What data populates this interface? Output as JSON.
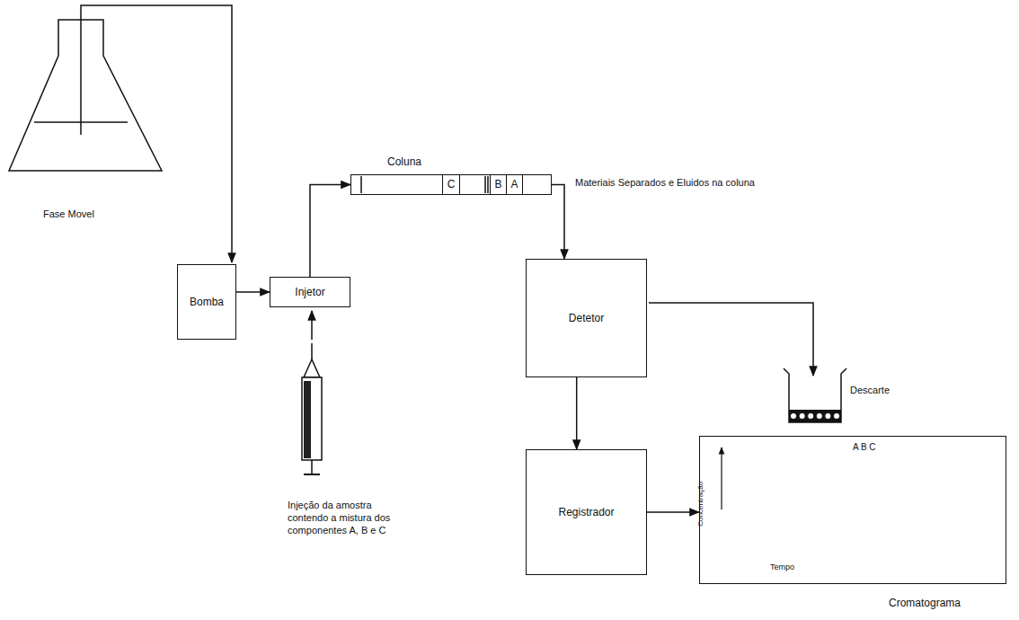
{
  "diagram": {
    "nodes": [
      {
        "text": [
          "Bomba"
        ]
      },
      {
        "text": [
          "Injetor"
        ]
      },
      {
        "text": [
          "Coluna"
        ]
      },
      {
        "text": [
          "C"
        ],
        "in": 2
      },
      {
        "text": [
          "B"
        ],
        "in": 2
      },
      {
        "text": [
          "A"
        ],
        "in": 2
      },
      {
        "text": [
          "Detetor"
        ]
      },
      {
        "text": [
          "Registrador"
        ]
      },
      {
        "text": [
          "A B C",
          "Concentração",
          "Tempo",
          "Cromatograma"
        ]
      }
    ],
    "edges": [
      {
        "from": 0,
        "to": 1,
        "arrow": "to"
      },
      {
        "from": 1,
        "to": 2,
        "arrow": "to"
      },
      {
        "from": 2,
        "to": 6,
        "arrow": "to"
      },
      {
        "from": 6,
        "to": 7,
        "arrow": "to"
      },
      {
        "from": 7,
        "to": 8,
        "arrow": "to"
      }
    ],
    "labels": [
      "Fase Movel",
      "Materiais Separados e Eluidos na coluna",
      "Injeção da amostra contendo a mistura dos componentes A, B e C",
      "Descarte"
    ]
  }
}
